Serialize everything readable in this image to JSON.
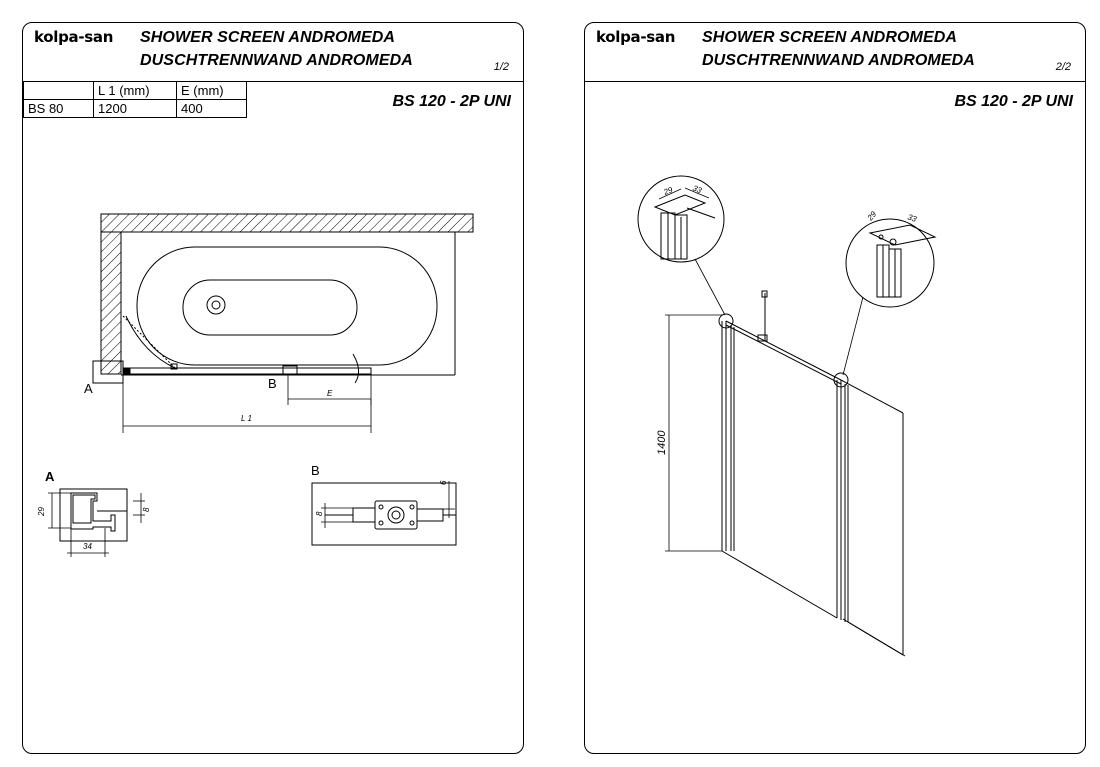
{
  "sheets": [
    {
      "logo": "kolpa-san",
      "title_line1": "SHOWER SCREEN ANDROMEDA",
      "title_line2": "DUSCHTRENNWAND ANDROMEDA",
      "page": "1/2",
      "model": "BS 120 - 2P UNI",
      "table": {
        "headers": [
          "",
          "L 1 (mm)",
          "E (mm)"
        ],
        "rows": [
          [
            "BS 80",
            "1200",
            "400"
          ]
        ]
      },
      "plan_labels": {
        "a": "A",
        "b": "B",
        "dim_e": "E",
        "dim_l1": "L 1"
      },
      "detail_a": {
        "label": "A",
        "dim_height": "29",
        "dim_width": "34",
        "dim_gap": "8"
      },
      "detail_b": {
        "label": "B",
        "dim_left": "8",
        "dim_right": "6"
      }
    },
    {
      "logo": "kolpa-san",
      "title_line1": "SHOWER SCREEN ANDROMEDA",
      "title_line2": "DUSCHTRENNWAND ANDROMEDA",
      "page": "2/2",
      "model": "BS 120 - 2P UNI",
      "detail_left": {
        "dim1": "29",
        "dim2": "33"
      },
      "detail_right": {
        "dim1": "29",
        "dim2": "33"
      },
      "height_dim": "1400"
    }
  ]
}
